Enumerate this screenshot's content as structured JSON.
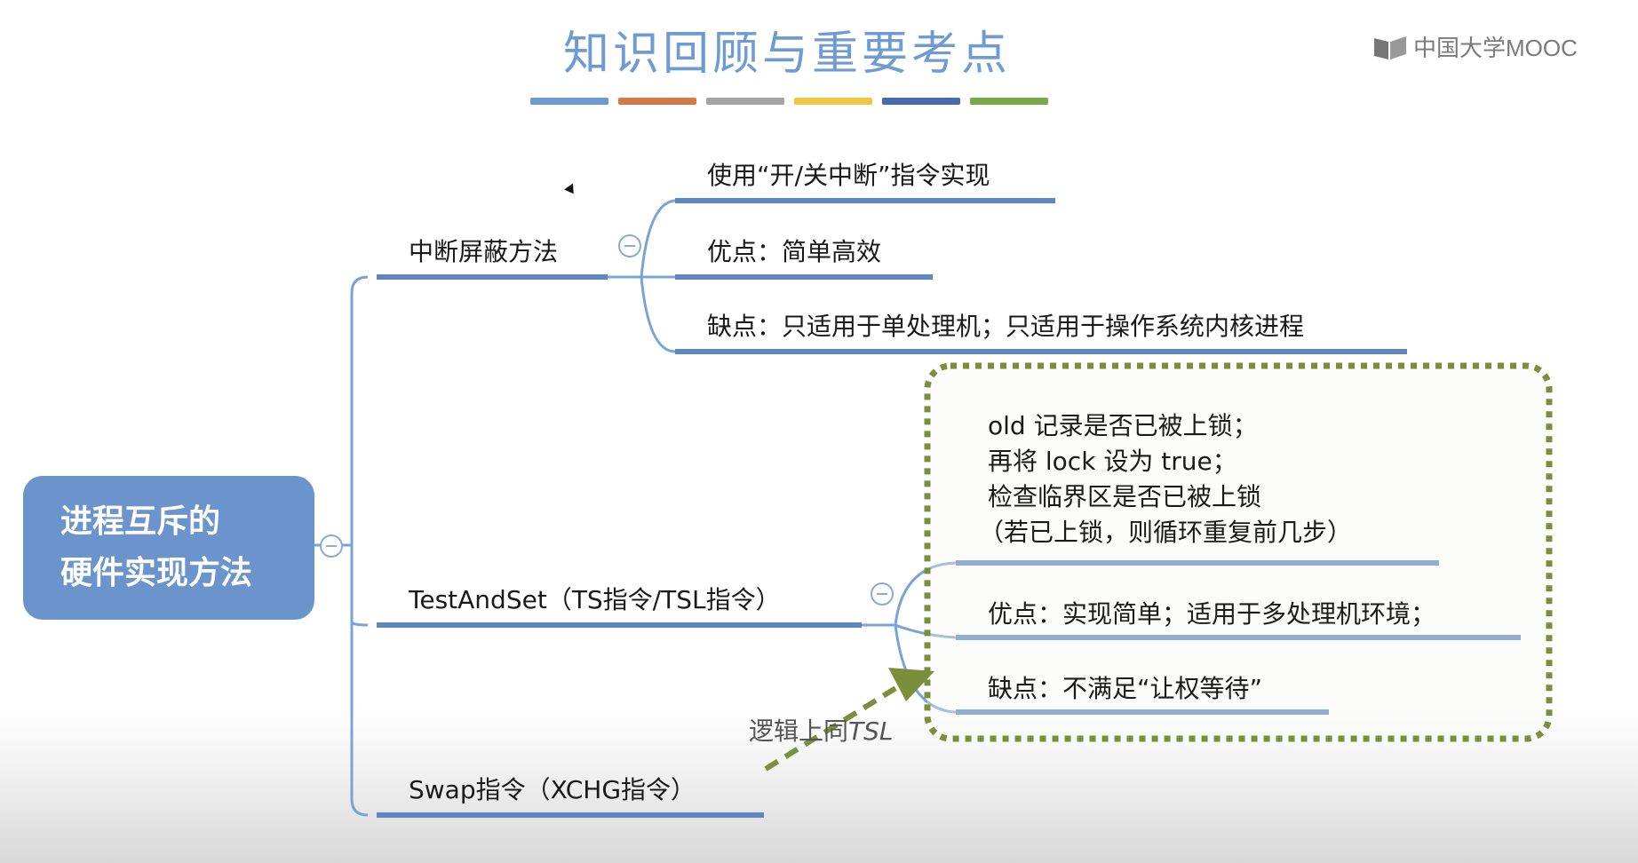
{
  "title": "知识回顾与重要考点",
  "color_bars": [
    "#6f9ad0",
    "#d27a47",
    "#a5a5a5",
    "#eec545",
    "#4a6aae",
    "#78a84a"
  ],
  "logo": {
    "text": "中国大学MOOC",
    "icon": "book-icon"
  },
  "root": {
    "line1": "进程互斥的",
    "line2": "硬件实现方法"
  },
  "branches": {
    "interrupt": {
      "label": "中断屏蔽方法",
      "children": [
        "使用“开/关中断”指令实现",
        "优点：简单高效",
        "缺点：只适用于单处理机；只适用于操作系统内核进程"
      ]
    },
    "tsl": {
      "label": "TestAndSet（TS指令/TSL指令）",
      "note_lines": [
        "old 记录是否已被上锁；",
        "再将 lock 设为 true；",
        "检查临界区是否已被上锁",
        "（若已上锁，则循环重复前几步）"
      ],
      "advantage": "优点：实现简单；适用于多处理机环境；",
      "disadvantage": "缺点：不满足“让权等待”"
    },
    "swap": {
      "label": "Swap指令（XCHG指令）"
    }
  },
  "arrow_label": {
    "prefix": "逻辑上同",
    "suffix": "TSL"
  },
  "colors": {
    "line": "#7aa3d6",
    "underline": "#5f86c4",
    "root": "#6a94cb",
    "dashed_box": "#7b8e3c",
    "arrow": "#7b8e3c"
  }
}
